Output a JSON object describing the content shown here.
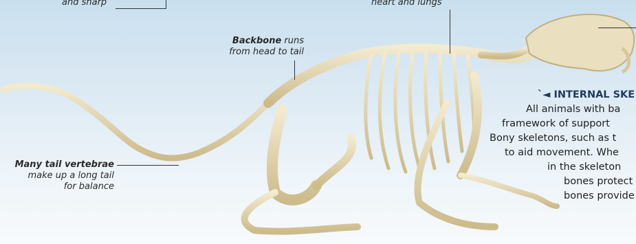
{
  "captions": {
    "top_left": "and sharp",
    "top_middle": "heart and lungs",
    "backbone_bold": "Backbone",
    "backbone_rest": " runs",
    "backbone_line2": "from head to tail",
    "tail_bold": "Many tail vertebrae",
    "tail_line2": "make up a long tail",
    "tail_line3": "for balance"
  },
  "panel": {
    "title": "`◄ INTERNAL SKE",
    "lines": [
      "All animals with ba",
      "framework of support",
      "Bony skeletons, such as t",
      "to aid movement. Whe",
      "in the skeleton",
      "bones protect",
      "bones provide"
    ]
  },
  "colors": {
    "sky_top": "#c9dfee",
    "bone": "#e8dcb6",
    "bone_shadow": "#b9a77a",
    "title_blue": "#1f3a5c"
  }
}
